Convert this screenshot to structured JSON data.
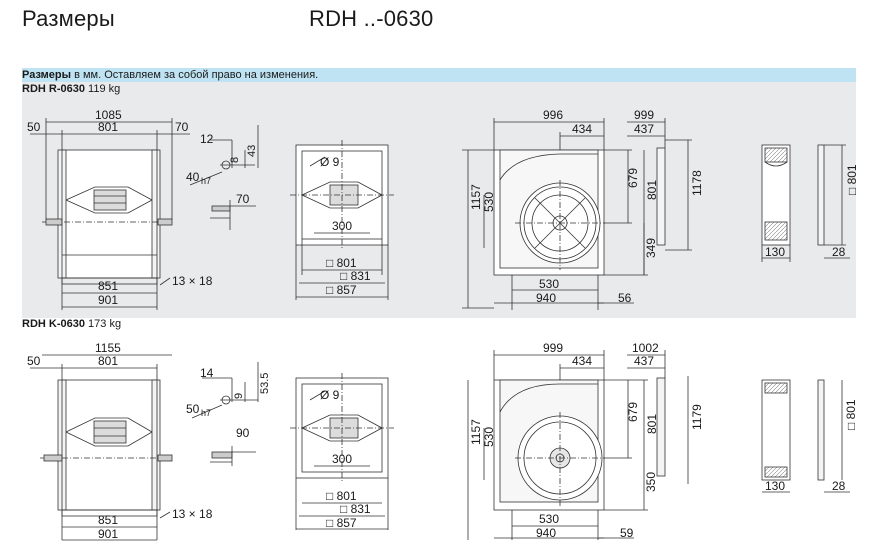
{
  "header": {
    "left_title": "Размеры",
    "right_title": "RDH ..-0630"
  },
  "note": {
    "bold": "Размеры",
    "rest": " в мм. Оставляем за собой право на изменения."
  },
  "sections": {
    "r": {
      "name": "RDH R-0630",
      "weight": "119 kg"
    },
    "k": {
      "name": "RDH K-0630",
      "weight": "173 kg"
    }
  },
  "dims": {
    "r": {
      "overall": "1085",
      "inner": "801",
      "left": "50",
      "right": "70",
      "bottom_inner": "851",
      "bottom_outer": "901",
      "hole": "13 × 18",
      "shaft_a": "12",
      "shaft_b": "8",
      "shaft_c": "43",
      "shaft_d": "40",
      "shaft_sub": "h7",
      "shaft_e": "70",
      "flange_dia": "Ø 9",
      "flange_w": "300",
      "sq1": "□ 801",
      "sq2": "□ 831",
      "sq3": "□ 857",
      "top_w": "996",
      "top_in": "434",
      "h_total": "1157",
      "h_in": "530",
      "h_679": "679",
      "h_801": "801",
      "h_349": "349",
      "b_530": "530",
      "b_940": "940",
      "b_56": "56",
      "side_w1": "999",
      "side_w2": "437",
      "side_h": "1178",
      "end_sq": "□ 801",
      "end_130": "130",
      "end_28": "28"
    },
    "k": {
      "overall": "1155",
      "inner": "801",
      "left": "50",
      "bottom_inner": "851",
      "bottom_outer": "901",
      "hole": "13 × 18",
      "shaft_a": "14",
      "shaft_b": "9",
      "shaft_c": "53.5",
      "shaft_d": "50",
      "shaft_sub": "h7",
      "shaft_e": "90",
      "flange_dia": "Ø 9",
      "flange_w": "300",
      "sq1": "□ 801",
      "sq2": "□ 831",
      "sq3": "□ 857",
      "top_w": "999",
      "top_in": "434",
      "h_total": "1157",
      "h_in": "530",
      "h_679": "679",
      "h_801": "801",
      "h_350": "350",
      "b_530": "530",
      "b_940": "940",
      "b_59": "59",
      "side_w1": "1002",
      "side_w2": "437",
      "side_h": "1179",
      "end_sq": "□ 801",
      "end_130": "130",
      "end_28": "28"
    }
  }
}
